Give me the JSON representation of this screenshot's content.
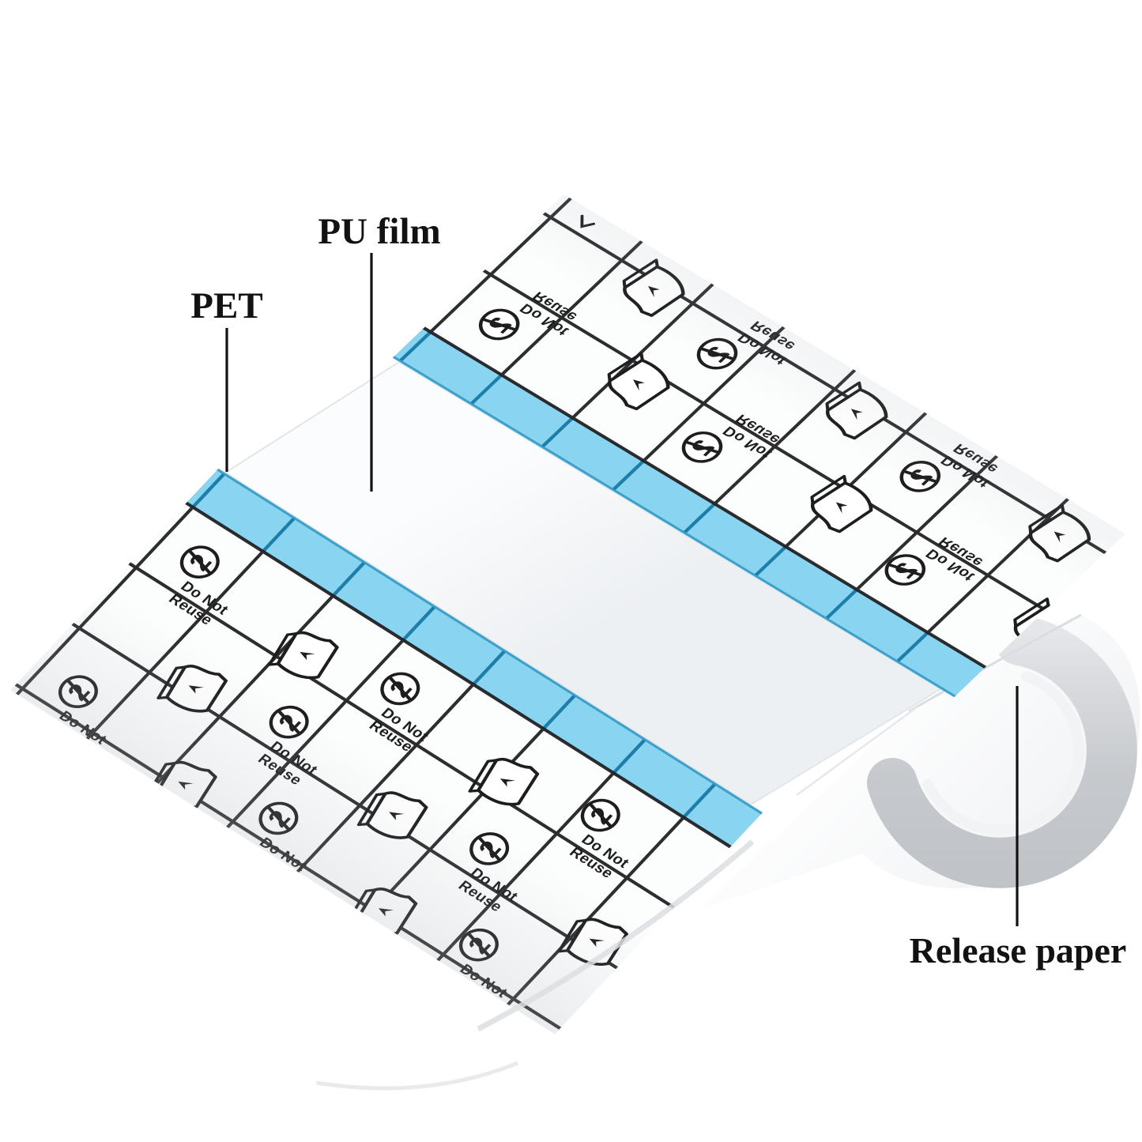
{
  "labels": {
    "pet": "PET",
    "pu_film": "PU film",
    "release_paper": "Release paper"
  },
  "pattern": {
    "do_not": "Do Not",
    "reuse": "Reuse",
    "symbol": "2"
  },
  "colors": {
    "strip_blue": "#89d4f1",
    "strip_edge": "#3f9fc8",
    "tick_blue": "#1d7fa9",
    "grid_black": "#1d1d1f",
    "text_black": "#121212",
    "roll_dark": "#bfc3c7",
    "roll_light": "#e4e6e9"
  }
}
